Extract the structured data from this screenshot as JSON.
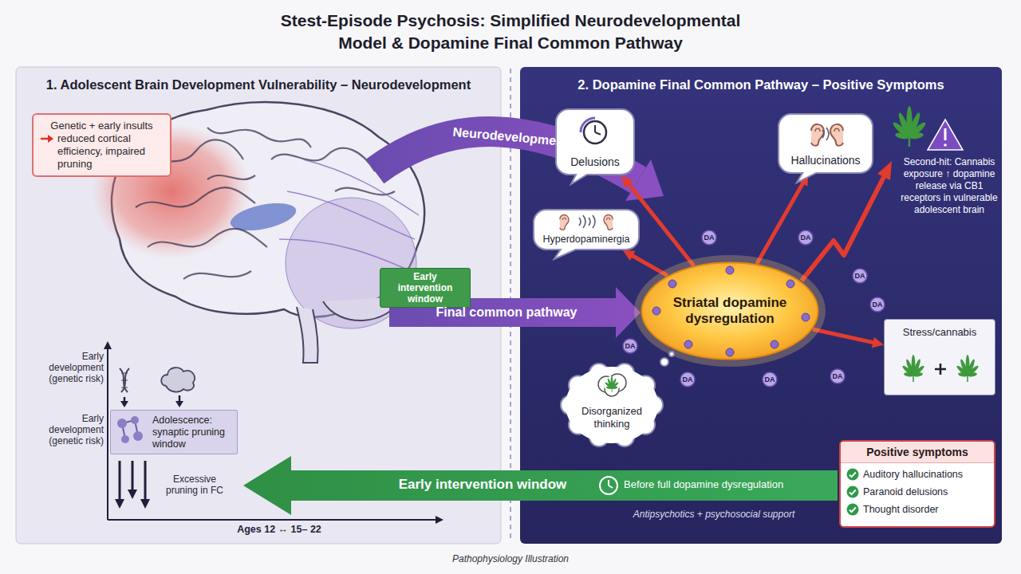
{
  "diagram": {
    "title": "Stest-Episode Psychosis: Simplified Neurodevelopmental Model & Dopamine Final Common Pathway",
    "caption": "Pathophysiology Illustration",
    "nodes": [
      {
        "text": [
          "1. Adolescent Brain Development Vulnerability – Neurodevelopment"
        ]
      },
      {
        "text": [
          "Genetic + early insults",
          "reduced cortical efficiency, impaired pruning"
        ],
        "in": 0
      },
      {
        "text": [
          "Early intervention window"
        ],
        "in": 0
      },
      {
        "text": [
          "Adolescence: synaptic pruning window"
        ],
        "in": 0
      },
      {
        "text": [
          "2. Dopamine Final Common Pathway – Positive Symptoms"
        ]
      },
      {
        "text": [
          "Delusions"
        ],
        "in": 4
      },
      {
        "text": [
          "Hallucinations"
        ],
        "in": 4
      },
      {
        "text": [
          "Hyperdopaminergia"
        ],
        "in": 4
      },
      {
        "text": [
          "Striatal dopamine dysregulation"
        ],
        "in": 4
      },
      {
        "text": [
          "Stress/cannabis"
        ],
        "in": 4
      },
      {
        "text": [
          "Disorganized thinking"
        ],
        "in": 4
      },
      {
        "text": [
          "Positive symptoms",
          "Auditory hallucinations",
          "Paranoid delusions",
          "Thought disorder"
        ],
        "in": 4
      }
    ],
    "edges": [
      {
        "from": 8,
        "to": 5,
        "arrow": "to"
      },
      {
        "from": 8,
        "to": 6,
        "arrow": "to"
      },
      {
        "from": 8,
        "to": 7,
        "arrow": "to"
      },
      {
        "from": 8,
        "to": 9,
        "arrow": "to"
      }
    ],
    "labels": [
      "Neurodevelopment",
      "Final common pathway",
      "Early development (genetic risk)",
      "Early development (genetic risk)",
      "Excessive pruning in FC",
      "Ages 12 ↔ 15– 22",
      "Second-hit: Cannabis exposure ↑ dopamine release via CB1 receptors in vulnerable adolescent brain",
      "DA",
      "DA",
      "DA",
      "DA",
      "DA",
      "DA",
      "DA",
      "DA",
      "Early intervention window",
      "Before full dopamine dysregulation",
      "Antipsychotics + psychosocial support"
    ]
  }
}
